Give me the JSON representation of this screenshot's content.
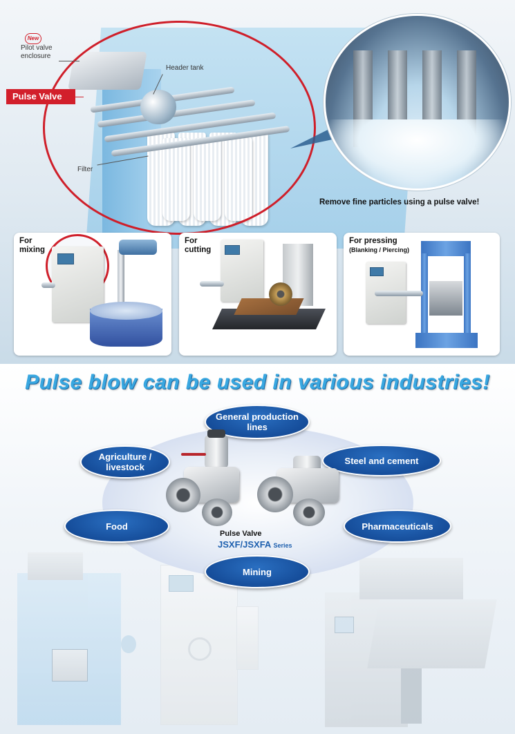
{
  "top": {
    "new_badge": "New",
    "pilot_valve_label": "Pilot valve enclosure",
    "pulse_valve_tag": "Pulse Valve",
    "header_tank_label": "Header tank",
    "filter_label": "Filter",
    "remove_text": "Remove fine particles using a pulse valve!"
  },
  "cards": {
    "mixing": "For mixing",
    "cutting": "For cutting",
    "pressing": "For pressing",
    "pressing_sub": "(Blanking / Piercing)"
  },
  "headline": "Pulse blow can be used in various industries!",
  "industries": {
    "general": "General production lines",
    "agriculture": "Agriculture / livestock",
    "steel": "Steel and cement",
    "food": "Food",
    "pharma": "Pharmaceuticals",
    "mining": "Mining"
  },
  "product": {
    "name": "Pulse Valve",
    "series": "JSXF/JSXFA",
    "series_suffix": "Series"
  },
  "colors": {
    "accent_red": "#d21f2b",
    "pill_blue": "#0d3f8a",
    "headline_blue": "#39a7e0"
  }
}
